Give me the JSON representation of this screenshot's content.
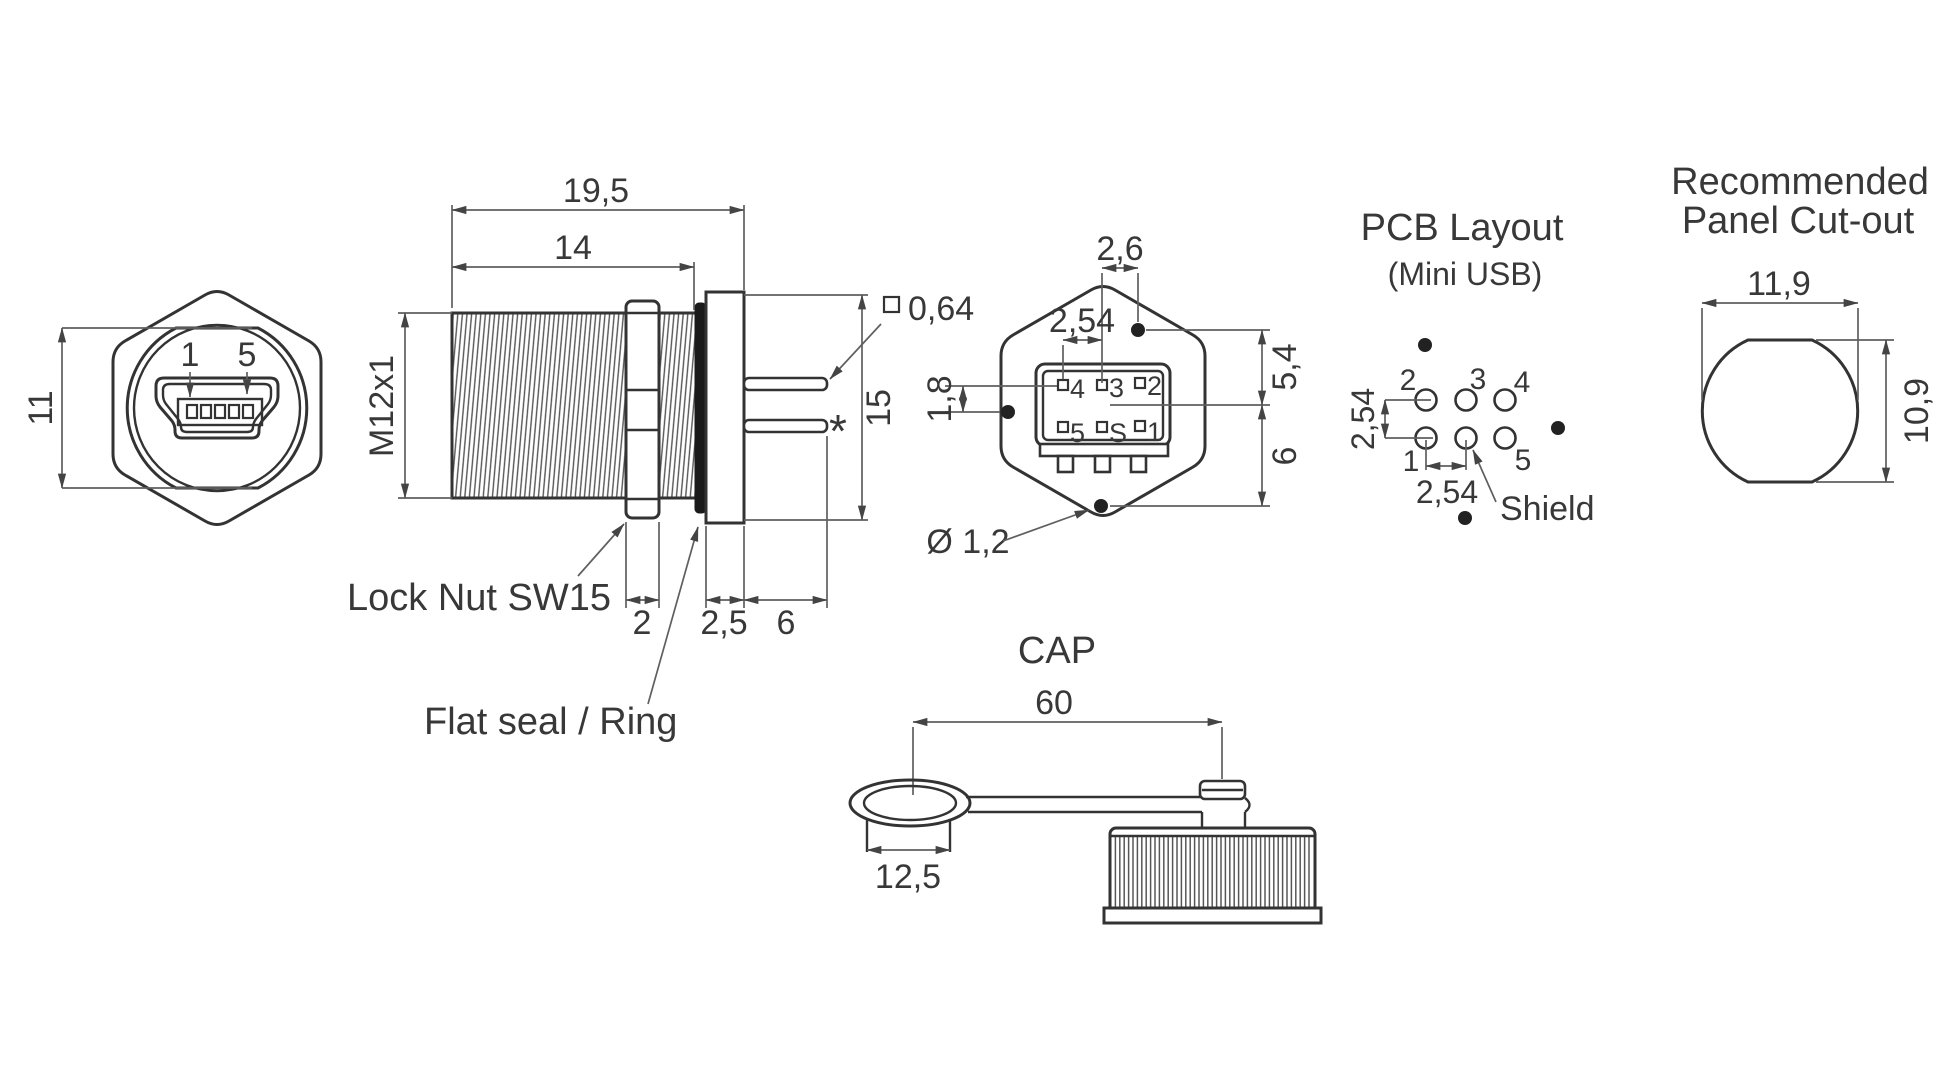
{
  "front_view": {
    "height": "11",
    "pin_first": "1",
    "pin_last": "5"
  },
  "side_view": {
    "overall_length": "19,5",
    "thread_length": "14",
    "thread_spec": "M12x1",
    "pin_cross_section": "0,64",
    "flange_height": "15",
    "lock_nut_width": "2",
    "seal_thickness": "2,5",
    "pin_length": "6",
    "lock_nut_label": "Lock Nut SW15",
    "flat_seal_label": "Flat seal / Ring",
    "footnote_marker": "*"
  },
  "rear_view": {
    "center_to_hole": "2,6",
    "pin_pitch": "2,54",
    "row_offset": "1,8",
    "upper_height": "5,4",
    "lower_height": "6",
    "hole_diameter": "Ø 1,2",
    "pins_top": [
      "4",
      "3",
      "2"
    ],
    "pins_bottom": [
      "5",
      "S",
      "1"
    ]
  },
  "pcb_layout": {
    "title": "PCB Layout",
    "subtitle": "(Mini USB)",
    "row_pitch": "2,54",
    "col_pitch": "2,54",
    "shield_label": "Shield",
    "pad_labels_top": [
      "2",
      "3",
      "4"
    ],
    "pad_labels_bottom": [
      "1",
      "5"
    ]
  },
  "panel_cutout": {
    "title_line1": "Recommended",
    "title_line2": "Panel Cut-out",
    "width": "11,9",
    "height": "10,9"
  },
  "cap_view": {
    "title": "CAP",
    "strap_length": "60",
    "plug_diameter": "12,5"
  }
}
